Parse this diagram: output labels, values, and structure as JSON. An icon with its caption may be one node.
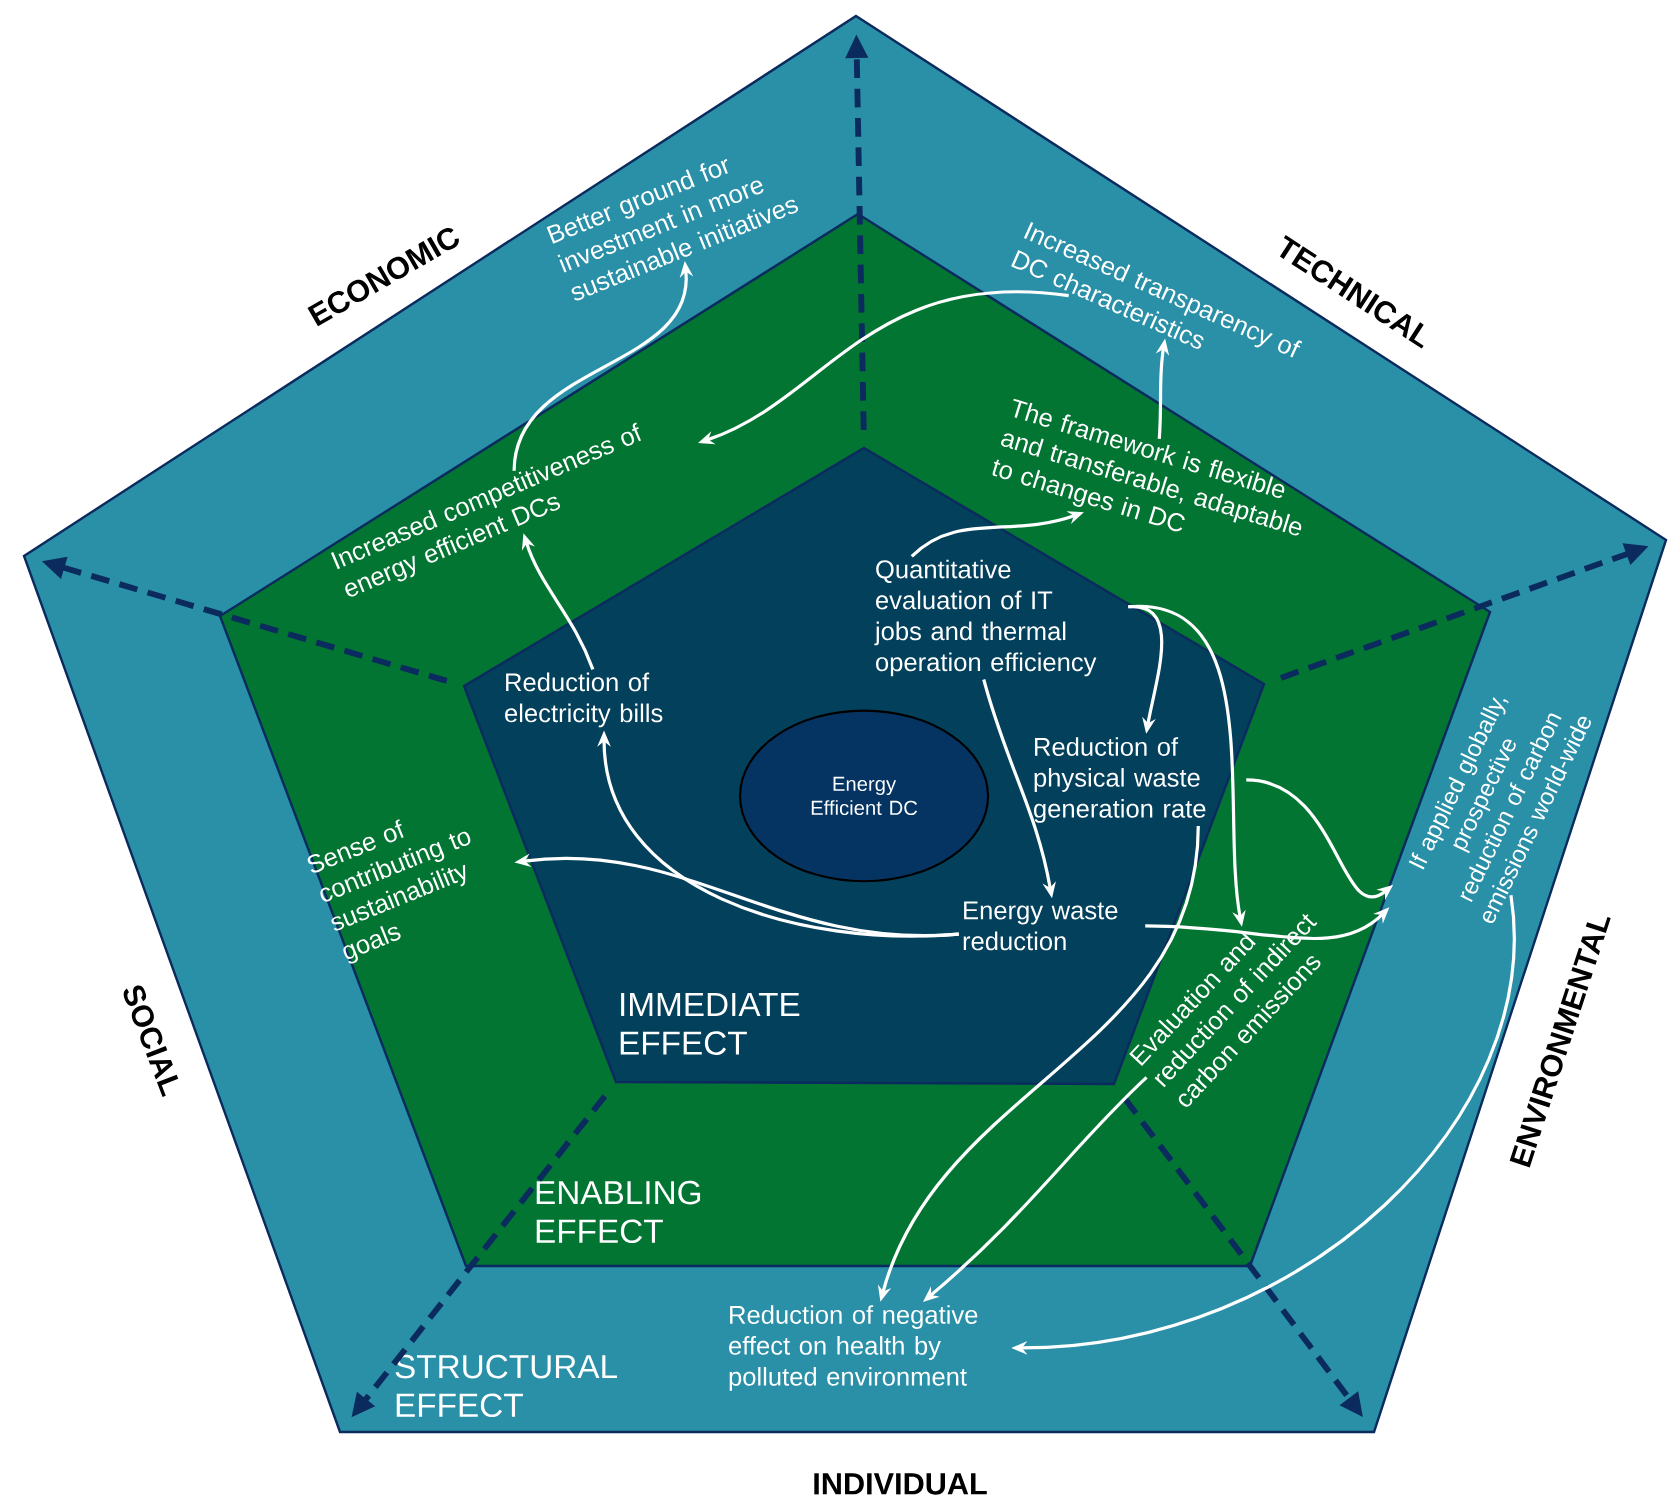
{
  "diagram": {
    "nodes": [
      {
        "text": [
          "STRUCTURAL EFFECT"
        ]
      },
      {
        "text": [
          "ENABLING EFFECT"
        ],
        "in": 0
      },
      {
        "text": [
          "IMMEDIATE EFFECT"
        ],
        "in": 1
      },
      {
        "text": [
          "Energy Efficient DC"
        ],
        "in": 2
      },
      {
        "text": [
          "Quantitative evaluation of IT jobs and thermal operation efficiency"
        ],
        "in": 2
      },
      {
        "text": [
          "Reduction of electricity bills"
        ],
        "in": 2
      },
      {
        "text": [
          "Reduction of physical waste generation rate"
        ],
        "in": 2
      },
      {
        "text": [
          "Energy waste reduction"
        ],
        "in": 2
      },
      {
        "text": [
          "Increased competitiveness of energy efficient DCs"
        ],
        "in": 1
      },
      {
        "text": [
          "The framework is flexible and transferable, adaptable to changes in DC"
        ],
        "in": 1
      },
      {
        "text": [
          "Sense of contributing to sustainability goals"
        ],
        "in": 1
      },
      {
        "text": [
          "Evaluation and reduction of indirect carbon emissions"
        ],
        "in": 1
      },
      {
        "text": [
          "Better ground for investment in more sustainable initiatives"
        ],
        "in": 0
      },
      {
        "text": [
          "Increased transparency of DC characteristics"
        ],
        "in": 0
      },
      {
        "text": [
          "If applied globally, prospective reduction of carbon emissions world-wide"
        ],
        "in": 0
      },
      {
        "text": [
          "Reduction of negative effect on health by polluted environment"
        ],
        "in": 0
      }
    ],
    "edges": [
      {
        "from": 5,
        "to": 8,
        "arrow": "to"
      },
      {
        "from": 8,
        "to": 12,
        "arrow": "to"
      },
      {
        "from": 13,
        "to": 8,
        "arrow": "to"
      },
      {
        "from": 9,
        "to": 13,
        "arrow": "to"
      },
      {
        "from": 4,
        "to": 9,
        "arrow": "to"
      },
      {
        "from": 4,
        "to": 6,
        "arrow": "to"
      },
      {
        "from": 4,
        "to": 11,
        "arrow": "to"
      },
      {
        "from": 4,
        "to": 7,
        "arrow": "to"
      },
      {
        "from": 7,
        "to": 5,
        "arrow": "to"
      },
      {
        "from": 7,
        "to": 10,
        "arrow": "to"
      },
      {
        "from": 7,
        "to": 14,
        "arrow": "to"
      },
      {
        "from": 6,
        "to": 14,
        "arrow": "to"
      },
      {
        "from": 6,
        "to": 15,
        "arrow": "to"
      },
      {
        "from": 11,
        "to": 15,
        "arrow": "to"
      },
      {
        "from": 14,
        "to": 15,
        "arrow": "to"
      }
    ],
    "labels": [
      "ECONOMIC",
      "TECHNICAL",
      "SOCIAL",
      "ENVIRONMENTAL",
      "INDIVIDUAL"
    ]
  }
}
